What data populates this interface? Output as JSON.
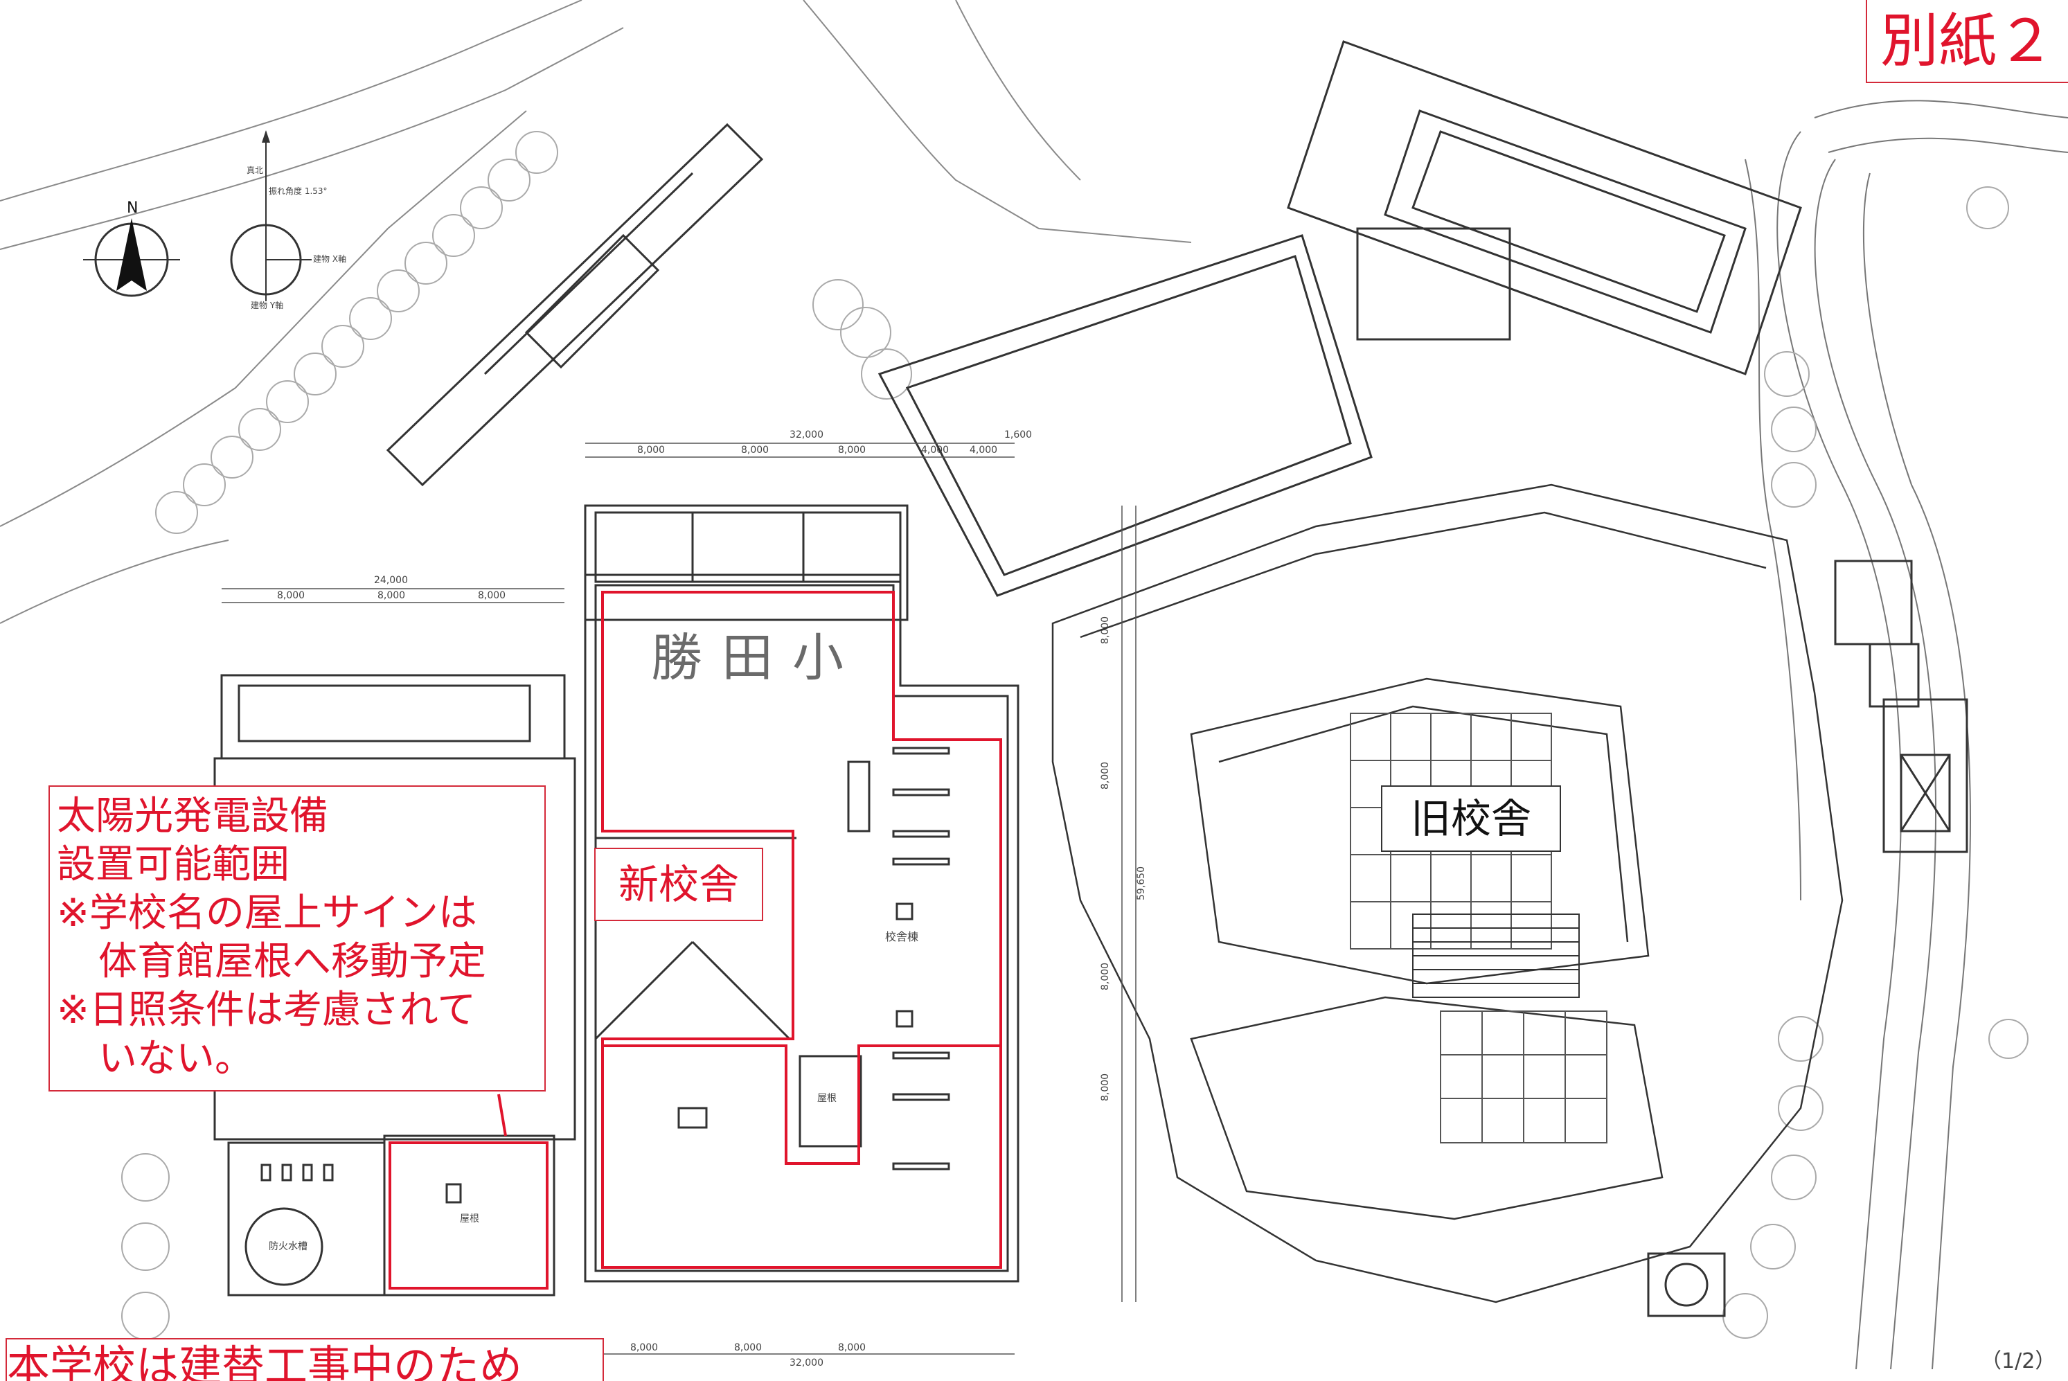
{
  "sheet_label": "別紙２",
  "school_name": "勝田小",
  "notice": {
    "line1": "太陽光発電設備",
    "line2": "設置可能範囲",
    "line3": "※学校名の屋上サインは",
    "line4": "体育館屋根へ移動予定",
    "line5": "※日照条件は考慮されて",
    "line6": "いない。"
  },
  "new_building_label": "新校舎",
  "old_building_label": "旧校舎",
  "bottom_note": "本学校は建替工事中のため",
  "page_number": "（1/2）",
  "north_mark": "N",
  "true_north_label": "真北",
  "deviation_label": "振れ角度 1.53°",
  "axis_x_label": "建物 X軸",
  "axis_y_label": "建物 Y軸",
  "room_labels": {
    "school_building": "校舎棟",
    "roof_a": "屋根",
    "roof_b": "屋根",
    "water_tank": "防火水槽"
  },
  "dimensions": {
    "top_total": "32,000",
    "top_extra": "1,600",
    "top_spans": [
      "8,000",
      "8,000",
      "8,000",
      "4,000",
      "4,000"
    ],
    "left_total": "24,000",
    "left_spans": [
      "8,000",
      "8,000",
      "8,000"
    ],
    "right_total": "59,650",
    "right_spans": [
      "8,000",
      "8,000",
      "8,000",
      "8,000"
    ],
    "bottom_spans": [
      "8,000",
      "8,000",
      "8,000"
    ],
    "bottom_total": "32,000"
  },
  "colors": {
    "annotation_red": "#e0142c",
    "line": "#555555",
    "light_line": "#9a9a9a"
  }
}
